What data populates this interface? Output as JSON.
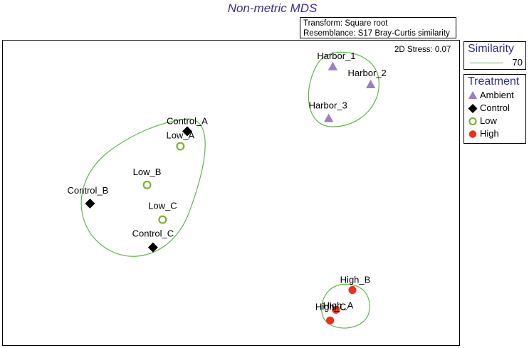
{
  "chart_data": {
    "type": "scatter",
    "title": "Non-metric MDS",
    "xlabel": "",
    "ylabel": "",
    "info": {
      "transform": "Transform: Square root",
      "resemblance": "Resemblance: S17 Bray-Curtis similarity"
    },
    "stress_label": "2D Stress: 0.07",
    "similarity_legend": {
      "title": "Similarity",
      "value": "70",
      "color": "#5cb84a"
    },
    "treatment_legend": {
      "title": "Treatment",
      "placement": "right",
      "entries": [
        {
          "label": "Ambient",
          "marker": "triangle",
          "color": "#9b7fc0"
        },
        {
          "label": "Control",
          "marker": "diamond",
          "color": "#000000"
        },
        {
          "label": "Low",
          "marker": "ring",
          "color": "#7bb235"
        },
        {
          "label": "High",
          "marker": "circle",
          "color": "#e8321e"
        }
      ]
    },
    "xlim": [
      0,
      100
    ],
    "ylim": [
      0,
      100
    ],
    "points": [
      {
        "label": "Harbor_1",
        "group": "Ambient",
        "x": 72.3,
        "y": 91.4
      },
      {
        "label": "Harbor_2",
        "group": "Ambient",
        "x": 80.6,
        "y": 85.5
      },
      {
        "label": "Harbor_3",
        "group": "Ambient",
        "x": 71.4,
        "y": 74.4
      },
      {
        "label": "Control_A",
        "group": "Control",
        "x": 40.4,
        "y": 70.2
      },
      {
        "label": "Control_B",
        "group": "Control",
        "x": 19.1,
        "y": 46.5
      },
      {
        "label": "Control_C",
        "group": "Control",
        "x": 32.9,
        "y": 32.1
      },
      {
        "label": "Low_A",
        "group": "Low",
        "x": 38.9,
        "y": 65.3
      },
      {
        "label": "Low_B",
        "group": "Low",
        "x": 31.6,
        "y": 52.6
      },
      {
        "label": "Low_C",
        "group": "Low",
        "x": 35.0,
        "y": 41.2
      },
      {
        "label": "High_A",
        "group": "High",
        "x": 73.0,
        "y": 11.6
      },
      {
        "label": "High_B",
        "group": "High",
        "x": 76.6,
        "y": 18.1
      },
      {
        "label": "High_C",
        "group": "High",
        "x": 71.7,
        "y": 8.1
      }
    ]
  }
}
